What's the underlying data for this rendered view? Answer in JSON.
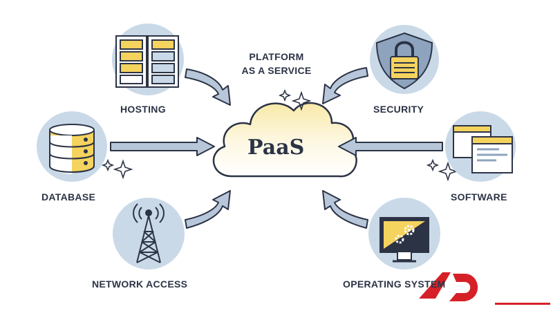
{
  "center": {
    "title": "PaaS",
    "subtitle_line1": "PLATFORM",
    "subtitle_line2": "AS A SERVICE"
  },
  "nodes": {
    "hosting": "HOSTING",
    "security": "SECURITY",
    "database": "DATABASE",
    "software": "SOFTWARE",
    "network": "NETWORK ACCESS",
    "os": "OPERATING SYSTEM"
  },
  "colors": {
    "circle_fill": "#c9d9e8",
    "outline": "#2b3345",
    "accent_yellow": "#f4d35e",
    "arrow_fill": "#b7c7d9",
    "logo_red": "#d62027"
  },
  "icons": [
    "server-icon",
    "lock-shield-icon",
    "database-icon",
    "windows-icon",
    "antenna-tower-icon",
    "monitor-gear-icon"
  ]
}
